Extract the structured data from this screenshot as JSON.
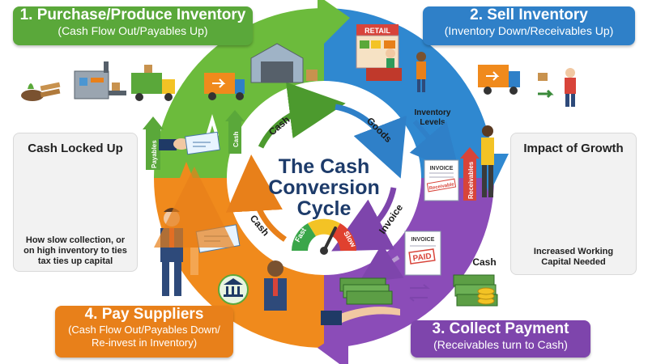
{
  "center": {
    "line1": "The Cash",
    "line2": "Conversion",
    "line3": "Cycle"
  },
  "gauge": {
    "fast_label": "Fast",
    "slow_label": "Slow"
  },
  "steps": [
    {
      "title": "1. Purchase/Produce Inventory",
      "subtitle": "(Cash Flow Out/Payables Up)",
      "color": "#5aa83a"
    },
    {
      "title": "2. Sell Inventory",
      "subtitle": "(Inventory Down/Receivables Up)",
      "color": "#2f80c8"
    },
    {
      "title": "3. Collect Payment",
      "subtitle": "(Receivables turn to Cash)",
      "color": "#7e45ac"
    },
    {
      "title": "4. Pay Suppliers",
      "subtitle_line1": "(Cash Flow Out/Payables Down/",
      "subtitle_line2": "Re-invest in Inventory)",
      "color": "#e8801a"
    }
  ],
  "ring_labels": {
    "cash_top": "Cash",
    "goods": "Goods",
    "invoice": "Invoice",
    "cash_bottom": "Cash"
  },
  "side_panels": {
    "locked": {
      "title": "Cash Locked Up",
      "note_line1": "How slow collection, or",
      "note_line2": "on high inventory to ties",
      "note_line3": "tax ties up capital"
    },
    "growth": {
      "title": "Impact of Growth",
      "note_line1": "Increased Working",
      "note_line2": "Capital Needed"
    }
  },
  "scene_text": {
    "retail_sign": "RETAIL",
    "inventory_levels_line1": "Inventory",
    "inventory_levels_line2": "Levels",
    "invoice_doc": "INVOICE",
    "receivable_stamp": "Receivable",
    "receivables_bar": "Receivables",
    "paid_invoice": "INVOICE",
    "paid_stamp": "PAID",
    "cash_label": "Cash",
    "payables_bar": "Payables",
    "cash_bar": "Cash"
  },
  "colors": {
    "green": "#5aa83a",
    "blue": "#2f80c8",
    "purple": "#7e45ac",
    "orange": "#e8801a",
    "money": "#5c9e45"
  }
}
